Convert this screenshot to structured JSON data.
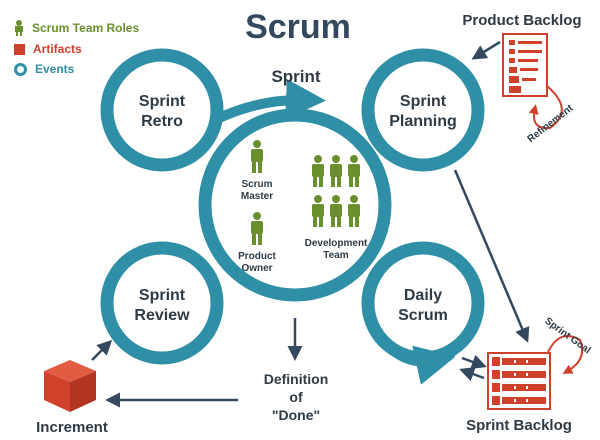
{
  "title": "Scrum",
  "legend": [
    {
      "label": "Scrum Team Roles",
      "color": "#6a8f2e",
      "icon": "person-icon"
    },
    {
      "label": "Artifacts",
      "color": "#d0412b",
      "icon": "square-icon"
    },
    {
      "label": "Events",
      "color": "#2f8fa6",
      "icon": "ring-icon"
    }
  ],
  "events": {
    "sprint": "Sprint",
    "retro": [
      "Sprint",
      "Retro"
    ],
    "planning": [
      "Sprint",
      "Planning"
    ],
    "review": [
      "Sprint",
      "Review"
    ],
    "daily": [
      "Daily",
      "Scrum"
    ]
  },
  "roles": {
    "scrum_master": [
      "Scrum",
      "Master"
    ],
    "product_owner": [
      "Product",
      "Owner"
    ],
    "dev_team": [
      "Development",
      "Team"
    ]
  },
  "artifacts": {
    "product_backlog": "Product Backlog",
    "sprint_backlog": "Sprint Backlog",
    "increment": "Increment",
    "refinement": "Refinement",
    "sprint_goal": "Sprint Goal"
  },
  "definition_of_done": [
    "Definition",
    "of",
    "\"Done\""
  ],
  "colors": {
    "event": "#2f8fa6",
    "role": "#6a8f2e",
    "artifact": "#d0412b",
    "text": "#2e3a44",
    "arrow": "#34495e"
  }
}
